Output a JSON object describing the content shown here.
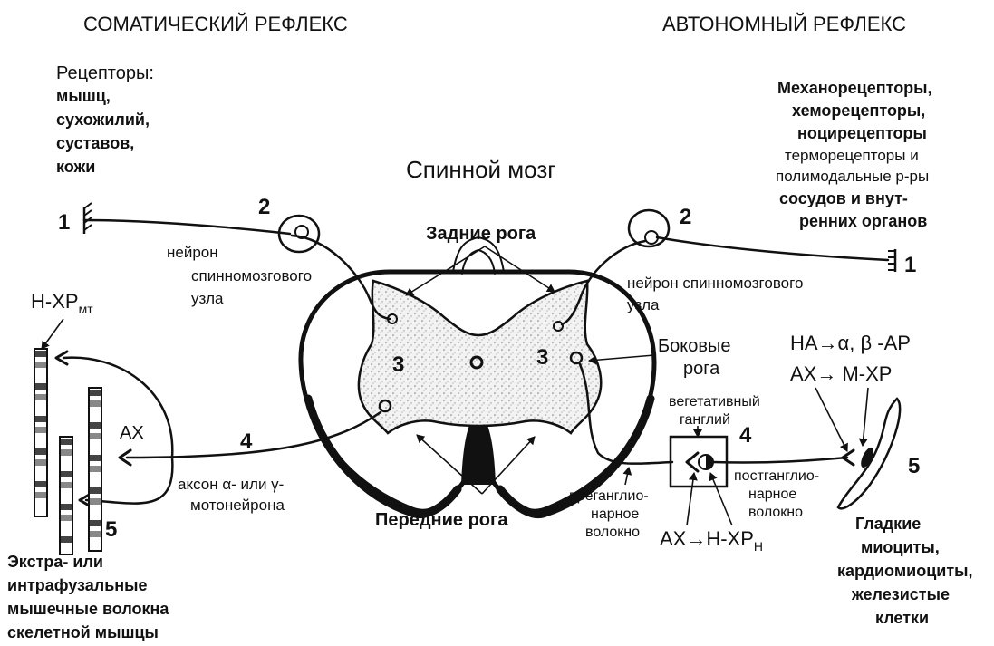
{
  "left_heading": "СОМАТИЧЕСКИЙ РЕФЛЕКС",
  "right_heading": "АВТОНОМНЫЙ  РЕФЛЕКС",
  "center_title": "Спинной мозг",
  "somatic": {
    "receptors_title": "Рецепторы:",
    "receptors": [
      "мышц,",
      "сухожилий,",
      "суставов,",
      "кожи"
    ],
    "num1": "1",
    "num2": "2",
    "ganglion_neuron": [
      "нейрон",
      "спинномозгового",
      "узла"
    ],
    "h_xr": "Н-ХР",
    "h_xr_sub": "мт",
    "ax": "АХ",
    "num4": "4",
    "axon_label": [
      "аксон α- или γ-",
      "мотонейрона"
    ],
    "num5": "5",
    "fibers": [
      "Экстра- или",
      "интрафузальные",
      "мышечные волокна",
      "скелетной мышцы"
    ]
  },
  "autonomic": {
    "receptors": [
      "Механорецепторы,",
      "хеморецепторы,",
      "ноцирецепторы",
      "терморецепторы и",
      "полимодальные р-ры",
      "сосудов и внут-",
      "ренних органов"
    ],
    "num1": "1",
    "num2": "2",
    "ganglion_neuron": [
      "нейрон спинномозгового",
      "узла"
    ],
    "lateral_horns": [
      "Боковые",
      "рога"
    ],
    "veg_ganglion": [
      "вегетативный",
      "ганглий"
    ],
    "num4": "4",
    "num5": "5",
    "na_line": "НА→α, β -АР",
    "ax_line": "АХ→ М-ХР",
    "preganglionic": [
      "преганглио-",
      "нарное",
      "волокно"
    ],
    "postganglionic": [
      "постганглио-",
      "нарное",
      "волокно"
    ],
    "ax_hxr": "АХ→Н-ХР",
    "ax_hxr_sub": "Н",
    "effectors": [
      "Гладкие",
      "миоциты,",
      "кардиомиоциты,",
      "железистые",
      "клетки"
    ]
  },
  "cord": {
    "dorsal_horns": "Задние рога",
    "ventral_horns": "Передние рога",
    "num3_left": "3",
    "num3_right": "3"
  },
  "colors": {
    "ink": "#111111",
    "background": "#ffffff",
    "grey_matter": "#dcdcdc",
    "stripe_dark": "#444444",
    "stripe_mid": "#888888"
  }
}
